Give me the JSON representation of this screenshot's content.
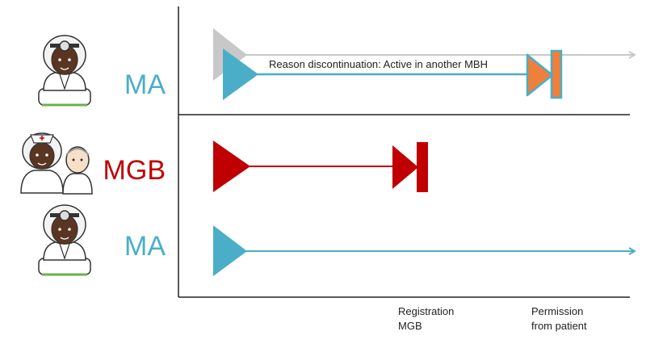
{
  "rows": [
    {
      "label": "MA",
      "role": "doctor-with-head-mirror",
      "color": "#4aaec8"
    },
    {
      "label": "MGB",
      "role": "nurse-and-patient",
      "color": "#c00000"
    },
    {
      "label": "MA",
      "role": "doctor-with-head-mirror",
      "color": "#4aaec8"
    }
  ],
  "annotation": "Reason discontinuation: Active in another MBH",
  "milestones": [
    {
      "line1": "Registration",
      "line2": "MGB"
    },
    {
      "line1": "Permission",
      "line2": "from patient"
    }
  ],
  "colors": {
    "ma": "#4aaec8",
    "mgb": "#c00000",
    "ghost": "#c8c8c8",
    "end_marker": "#f07f3c",
    "axis": "#222222"
  },
  "icons": [
    "doctor-avatar-icon",
    "nurse-avatar-icon",
    "patient-avatar-icon"
  ]
}
